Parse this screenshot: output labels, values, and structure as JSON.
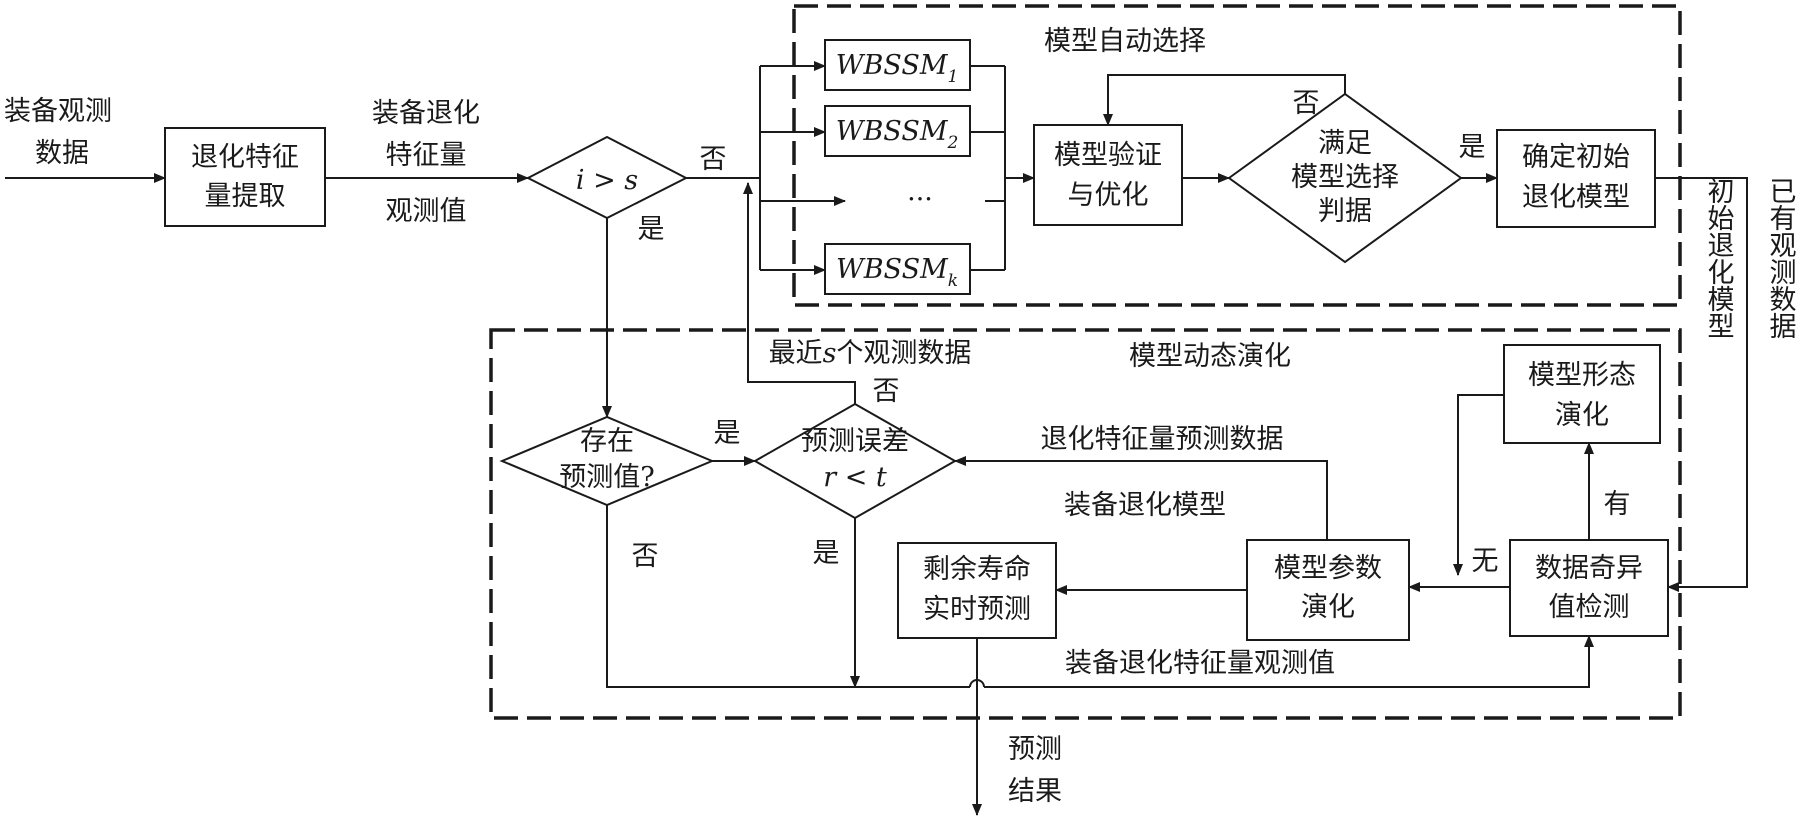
{
  "input": {
    "line1": "装备观测",
    "line2": "数据"
  },
  "extract": {
    "line1": "退化特征",
    "line2": "量提取"
  },
  "feature_obs": {
    "line1": "装备退化",
    "line2": "特征量",
    "line3": "观测值"
  },
  "cond_is": {
    "var_i": "i",
    "op": " > ",
    "var_s": "s",
    "no": "否",
    "yes": "是"
  },
  "auto_select": {
    "title": "模型自动选择",
    "model_prefix": "WBSSM",
    "models": [
      {
        "sub": "1"
      },
      {
        "sub": "2"
      },
      {
        "sub": "k"
      }
    ],
    "ellipsis": "···",
    "verify": {
      "line1": "模型验证",
      "line2": "与优化"
    },
    "criteria": {
      "line1": "满足",
      "line2": "模型选择",
      "line3": "判据",
      "no": "否",
      "yes": "是"
    },
    "initial": {
      "line1": "确定初始",
      "line2": "退化模型"
    }
  },
  "side": {
    "initial_model": "初始退化模型",
    "existing_obs": "已有观测数据"
  },
  "dyn": {
    "title": "模型动态演化",
    "recent": {
      "pre": "最近",
      "var": "s",
      "post": "个观测数据"
    },
    "exist_pred": {
      "line1": "存在",
      "line2": "预测值?",
      "yes": "是",
      "no": "否"
    },
    "pred_err": {
      "line1": "预测误差",
      "var_r": "r",
      "op": " < ",
      "var_t": "t",
      "no": "否",
      "yes": "是"
    },
    "pred_data_label": "退化特征量预测数据",
    "degr_model_label": "装备退化模型",
    "morph": {
      "line1": "模型形态",
      "line2": "演化",
      "has": "有",
      "none": "无"
    },
    "anomaly": {
      "line1": "数据奇异",
      "line2": "值检测"
    },
    "param": {
      "line1": "模型参数",
      "line2": "演化"
    },
    "rul": {
      "line1": "剩余寿命",
      "line2": "实时预测"
    },
    "obs_label": "装备退化特征量观测值"
  },
  "result": {
    "line1": "预测",
    "line2": "结果"
  }
}
